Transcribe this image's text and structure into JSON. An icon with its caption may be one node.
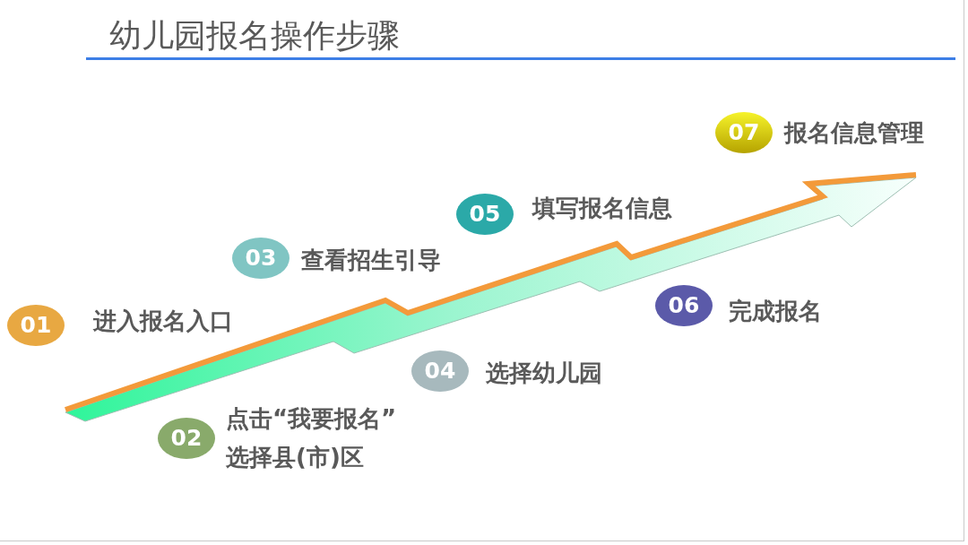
{
  "diagram": {
    "title": "幼儿园报名操作步骤",
    "nodes": [
      {
        "text": [
          "01"
        ],
        "beside": [
          "进入报名入口"
        ]
      },
      {
        "text": [
          "02"
        ],
        "beside": [
          "点击“我要报名”选择县(市)区"
        ]
      },
      {
        "text": [
          "03"
        ],
        "beside": [
          "查看招生引导"
        ]
      },
      {
        "text": [
          "04"
        ],
        "beside": [
          "选择幼儿园"
        ]
      },
      {
        "text": [
          "05"
        ],
        "beside": [
          "填写报名信息"
        ]
      },
      {
        "text": [
          "06"
        ],
        "beside": [
          "完成报名"
        ]
      },
      {
        "text": [
          "07"
        ],
        "beside": [
          "报名信息管理"
        ]
      }
    ]
  }
}
